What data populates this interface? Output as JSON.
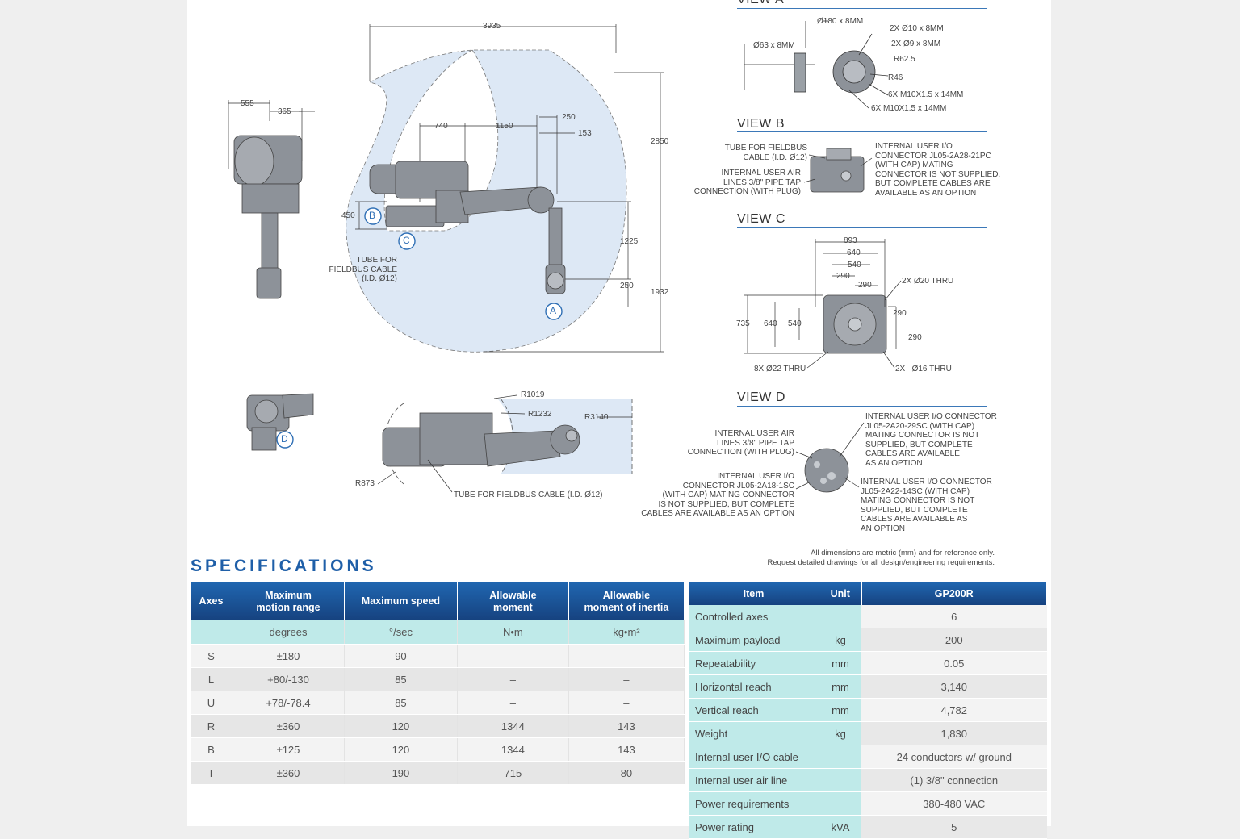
{
  "drawing": {
    "dims": {
      "d3935": "3935",
      "d2850": "2850",
      "d555": "555",
      "d365": "365",
      "d740": "740",
      "d1150": "1150",
      "d250a": "250",
      "d153": "153",
      "d450": "450",
      "d1225": "1225",
      "d250b": "250",
      "d1932": "1932",
      "r1019": "R1019",
      "r1232": "R1232",
      "r3140": "R3140",
      "r873": "R873"
    },
    "callouts": {
      "a": "A",
      "b": "B",
      "c": "C",
      "d": "D"
    },
    "tube_label_left": "TUBE FOR\nFIELDBUS CABLE\n(I.D. Ø12)",
    "tube_label_bottom": "TUBE FOR FIELDBUS CABLE (I.D. Ø12)"
  },
  "views": {
    "a": {
      "title": "VIEW A",
      "labels": {
        "d180": "Ø180 x 8MM",
        "d63": "Ø63 x 8MM",
        "d10": "2X Ø10 x 8MM",
        "d9": "2X Ø9 x 8MM",
        "r62": "R62.5",
        "r46": "R46",
        "m6a": "6X M10X1.5 x 14MM",
        "m6b": "6X M10X1.5 x 14MM"
      }
    },
    "b": {
      "title": "VIEW B",
      "tube": "TUBE FOR FIELDBUS\nCABLE (I.D. Ø12)",
      "air": "INTERNAL USER AIR\nLINES 3/8\" PIPE TAP\nCONNECTION (WITH PLUG)",
      "io": "INTERNAL USER I/O\nCONNECTOR JL05-2A28-21PC\n(WITH CAP) MATING\nCONNECTOR IS NOT SUPPLIED,\nBUT COMPLETE CABLES ARE\nAVAILABLE AS AN OPTION"
    },
    "c": {
      "title": "VIEW C",
      "labels": {
        "d893": "893",
        "d640": "640",
        "d540": "540",
        "d290a": "290",
        "d290b": "290",
        "thru20": "2X Ø20 THRU",
        "d735": "735",
        "d640v": "640",
        "d540v": "540",
        "d290c": "290",
        "d290d": "290",
        "thru22": "8X Ø22 THRU",
        "thru16": "2X   Ø16 THRU"
      }
    },
    "d": {
      "title": "VIEW D",
      "air": "INTERNAL USER AIR\nLINES 3/8\" PIPE TAP\nCONNECTION (WITH PLUG)",
      "io18": "INTERNAL USER I/O\nCONNECTOR JL05-2A18-1SC\n(WITH CAP) MATING CONNECTOR\nIS NOT SUPPLIED, BUT COMPLETE\nCABLES ARE AVAILABLE AS AN OPTION",
      "io20": "INTERNAL USER I/O CONNECTOR\nJL05-2A20-29SC (WITH CAP)\nMATING CONNECTOR IS NOT\nSUPPLIED, BUT COMPLETE\nCABLES ARE AVAILABLE\nAS AN OPTION",
      "io22": "INTERNAL USER I/O CONNECTOR\nJL05-2A22-14SC (WITH CAP)\nMATING CONNECTOR IS NOT\nSUPPLIED, BUT COMPLETE\nCABLES ARE AVAILABLE AS\nAN OPTION"
    }
  },
  "note": "All dimensions are metric (mm) and for reference only.\nRequest detailed drawings for all design/engineering requirements.",
  "specs_title": "SPECIFICATIONS",
  "axes_table": {
    "headers": [
      "Axes",
      "Maximum\nmotion range",
      "Maximum speed",
      "Allowable\nmoment",
      "Allowable\nmoment of inertia"
    ],
    "units": [
      "",
      "degrees",
      "°/sec",
      "N•m",
      "kg•m²"
    ],
    "rows": [
      [
        "S",
        "±180",
        "90",
        "–",
        "–"
      ],
      [
        "L",
        "+80/-130",
        "85",
        "–",
        "–"
      ],
      [
        "U",
        "+78/-78.4",
        "85",
        "–",
        "–"
      ],
      [
        "R",
        "±360",
        "120",
        "1344",
        "143"
      ],
      [
        "B",
        "±125",
        "120",
        "1344",
        "143"
      ],
      [
        "T",
        "±360",
        "190",
        "715",
        "80"
      ]
    ]
  },
  "item_table": {
    "headers": [
      "Item",
      "Unit",
      "GP200R"
    ],
    "rows": [
      [
        "Controlled axes",
        "",
        "6"
      ],
      [
        "Maximum payload",
        "kg",
        "200"
      ],
      [
        "Repeatability",
        "mm",
        "0.05"
      ],
      [
        "Horizontal reach",
        "mm",
        "3,140"
      ],
      [
        "Vertical reach",
        "mm",
        "4,782"
      ],
      [
        "Weight",
        "kg",
        "1,830"
      ],
      [
        "Internal user I/O cable",
        "",
        "24 conductors w/ ground"
      ],
      [
        "Internal user air line",
        "",
        "(1) 3/8\" connection"
      ],
      [
        "Power requirements",
        "",
        "380-480 VAC"
      ],
      [
        "Power rating",
        "kVA",
        "5"
      ]
    ]
  }
}
